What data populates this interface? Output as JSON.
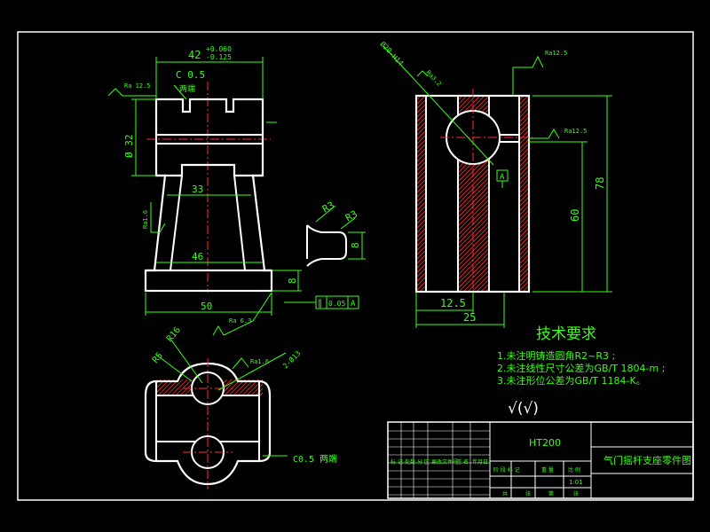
{
  "front_view": {
    "width_tol": "42",
    "tol_upper": "+0.060",
    "tol_lower": "-0.125",
    "chamfer": "C 0.5",
    "ra_top": "Ra 12.5",
    "both_ends_top": "两端",
    "bore_dia": "Ø 32",
    "mid_width": "33",
    "ra_side": "Ra1.6",
    "lower_width": "46",
    "base_width": "50",
    "base_height": "8",
    "ra_base": "Ra 6.3"
  },
  "detail": {
    "r_a": "R3",
    "r_b": "R3",
    "height": "8"
  },
  "tolerance_frame": {
    "symbol": "∥",
    "value": "0.05",
    "datum": "A"
  },
  "side_view": {
    "hole_spec": "Ø20-H14",
    "ra_hole": "Ra3.2",
    "ra_top": "Ra12.5",
    "ra_right": "Ra12.5",
    "datum": "A",
    "height_78": "78",
    "height_60": "60",
    "width_12_5": "12.5",
    "width_25": "25"
  },
  "top_view": {
    "r16": "R16",
    "r5": "R5",
    "ra": "Ra1.6",
    "hole": "2-Ø13",
    "chamfer": "C0.5",
    "both_ends": "两端"
  },
  "requirements": {
    "title": "技术要求",
    "items": [
      "1.未注明铸造圆角R2~R3 ;",
      "2.未注线性尺寸公差为GB/T 1804-m ;",
      "3.未注形位公差为GB/T 1184-K。"
    ],
    "roughness_symbol": "√(√)"
  },
  "title_block": {
    "material": "HT200",
    "part_name": "气门摇杆支座零件图",
    "scale": "1:01",
    "row_labels": [
      "标 记",
      "处数",
      "分 区",
      "更改文件号",
      "签 名",
      "年月日"
    ],
    "stage_labels": [
      "阶 段 标 记",
      "重 量",
      "比 例"
    ],
    "sheet_labels": [
      "共",
      "张",
      "第",
      "张"
    ]
  }
}
